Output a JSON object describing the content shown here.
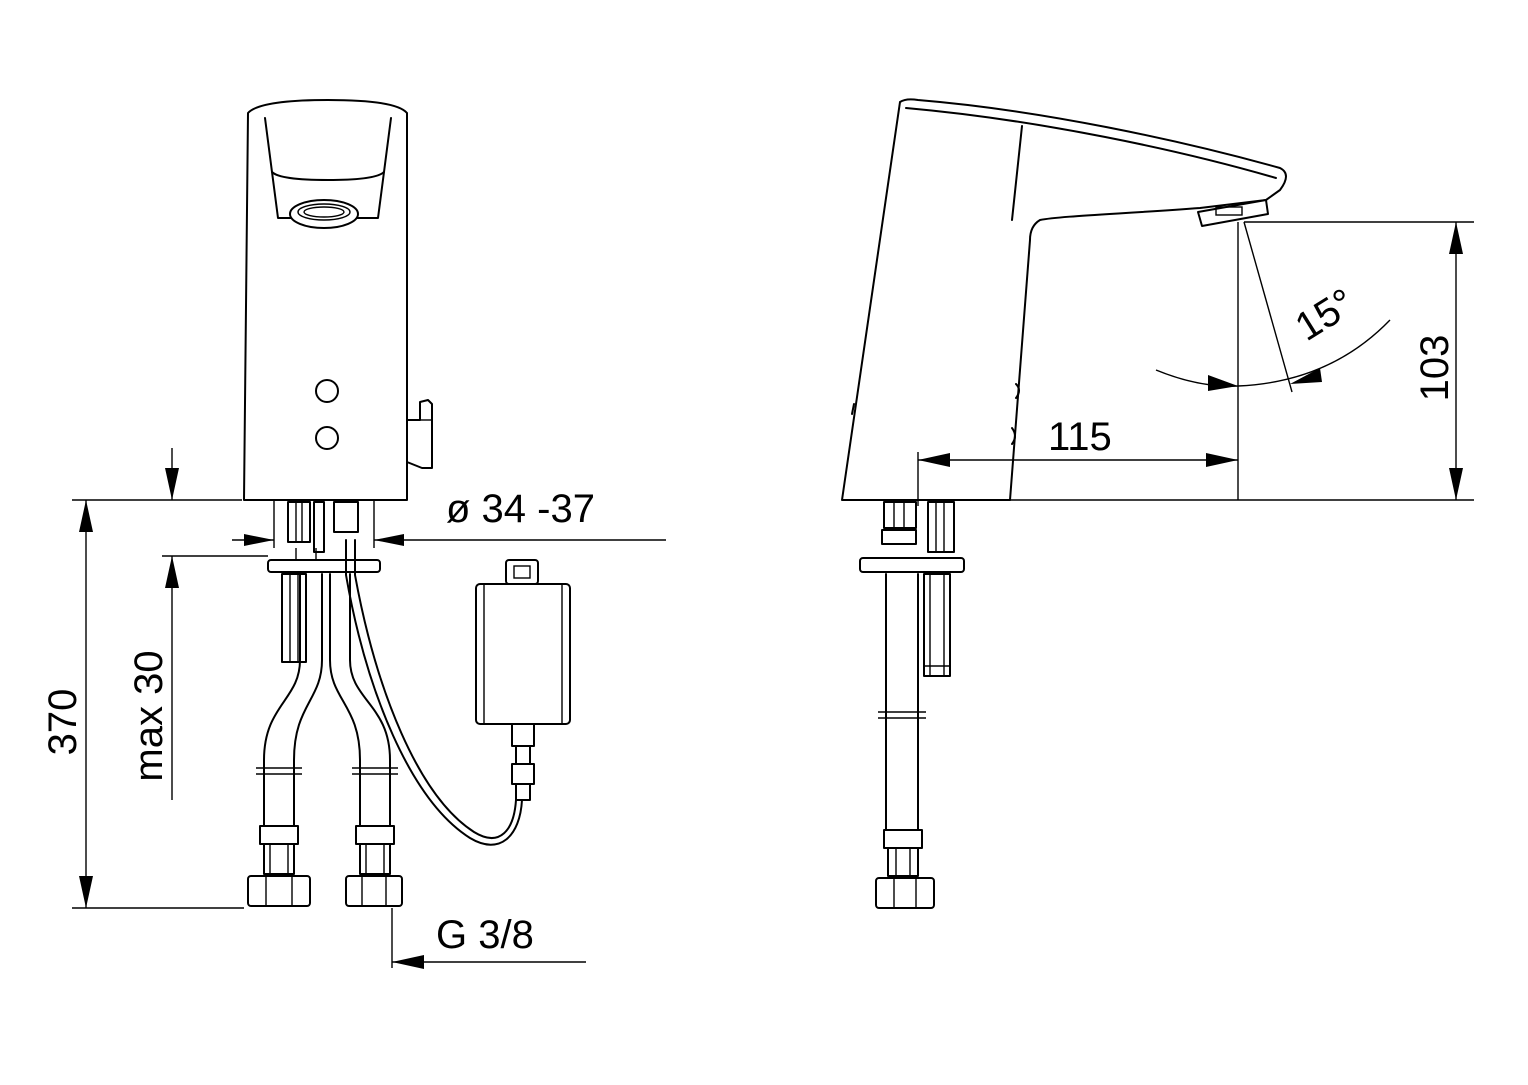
{
  "drawing": {
    "dimensions": {
      "height_total": "370",
      "deck_thickness": "max 30",
      "hole_diameter": "ø 34 -37",
      "connection": "G 3/8",
      "reach": "115",
      "spout_height": "103",
      "spray_angle": "15°"
    },
    "colors": {
      "line": "#000000",
      "background": "#ffffff"
    }
  }
}
